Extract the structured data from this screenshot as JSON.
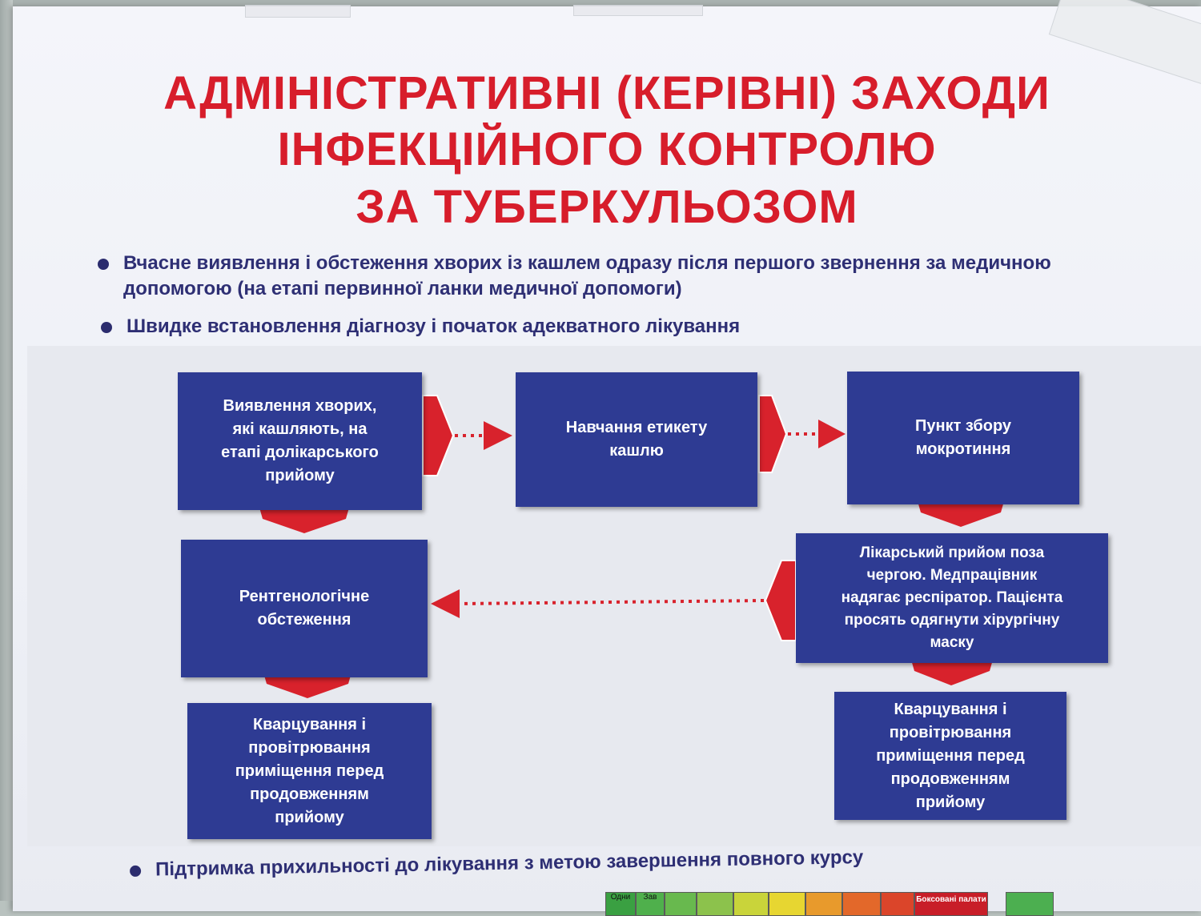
{
  "poster": {
    "title_lines": [
      "АДМІНІСТРАТИВНІ (КЕРІВНІ) ЗАХОДИ",
      "ІНФЕКЦІЙНОГО КОНТРОЛЮ",
      "ЗА ТУБЕРКУЛЬОЗОМ"
    ],
    "bullets": [
      "Вчасне виявлення і обстеження хворих із кашлем одразу після першого звернення за медичною допомогою (на етапі первинної ланки медичної допомоги)",
      "Швидке встановлення діагнозу і початок адекватного лікування"
    ],
    "flow": {
      "detect": "Виявлення хворих,\nякі кашляють, на\nетапі долікарського\nприйому",
      "etiquette": "Навчання етикету\nкашлю",
      "sputum": "Пункт збору\nмокротиння",
      "priority": "Лікарський прийом поза\nчергою. Медпрацівник\nнадягає респіратор. Пацієнта\nпросять одягнути хірургічну\nмаску",
      "xray": "Рентгенологічне\nобстеження",
      "quartz_left": "Кварцування і\nпровітрювання\nприміщення перед\nпродовженням\nприйому",
      "quartz_right": "Кварцування і\nпровітрювання\nприміщення перед\nпродовженням\nприйому"
    },
    "bottom_bullet": "Підтримка прихильності до лікування з метою завершення повного курсу",
    "bottom_table_visible": {
      "cell_1": "Одни",
      "cell_2": "Зав",
      "cell_3": "Боксовані палати"
    }
  },
  "colors": {
    "title_red": "#d71d2b",
    "box_blue": "#2e3b93",
    "arrow_red": "#d8222c",
    "bullet_text": "#2e2f74"
  }
}
